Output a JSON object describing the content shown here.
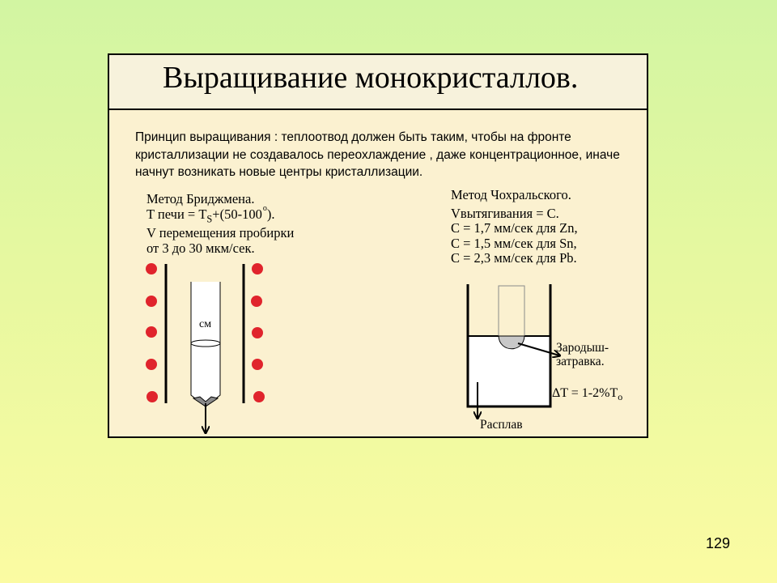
{
  "slide": {
    "title": "Выращивание монокристаллов.",
    "principle": "Принцип выращивания : теплоотвод должен быть таким, чтобы на фронте кристаллизации не создавалось переохлаждение , даже концентрационное, иначе начнут возникать новые центры кристаллизации.",
    "page_number": "129"
  },
  "bridgman": {
    "heading": "Метод Бриджмена.",
    "temp_prefix": "T печи = T",
    "temp_sub": "S",
    "temp_suffix": "+(50-100",
    "temp_deg": "o",
    "temp_close": ").",
    "move_line1": "V перемещения пробирки",
    "move_line2": "от 3 до 30 мкм/сек.",
    "tube_label": "см"
  },
  "czochralski": {
    "heading": "Метод Чохральского.",
    "speed": "Vвытягивания = С.",
    "zn": "С = 1,7 мм/сек для Zn,",
    "sn": "С = 1,5  мм/сек для Sn,",
    "pb": "С = 2,3  мм/сек для  Pb.",
    "seed_line1": "Зародыш-",
    "seed_line2": "затравка.",
    "delta_prefix": "ΔT = 1-2%T",
    "delta_sub": "o",
    "melt_label": "Расплав"
  },
  "colors": {
    "heater_dots": "#e0242c",
    "crucible_fill": "#ffffff",
    "seed_fill": "#c8c8c8"
  }
}
